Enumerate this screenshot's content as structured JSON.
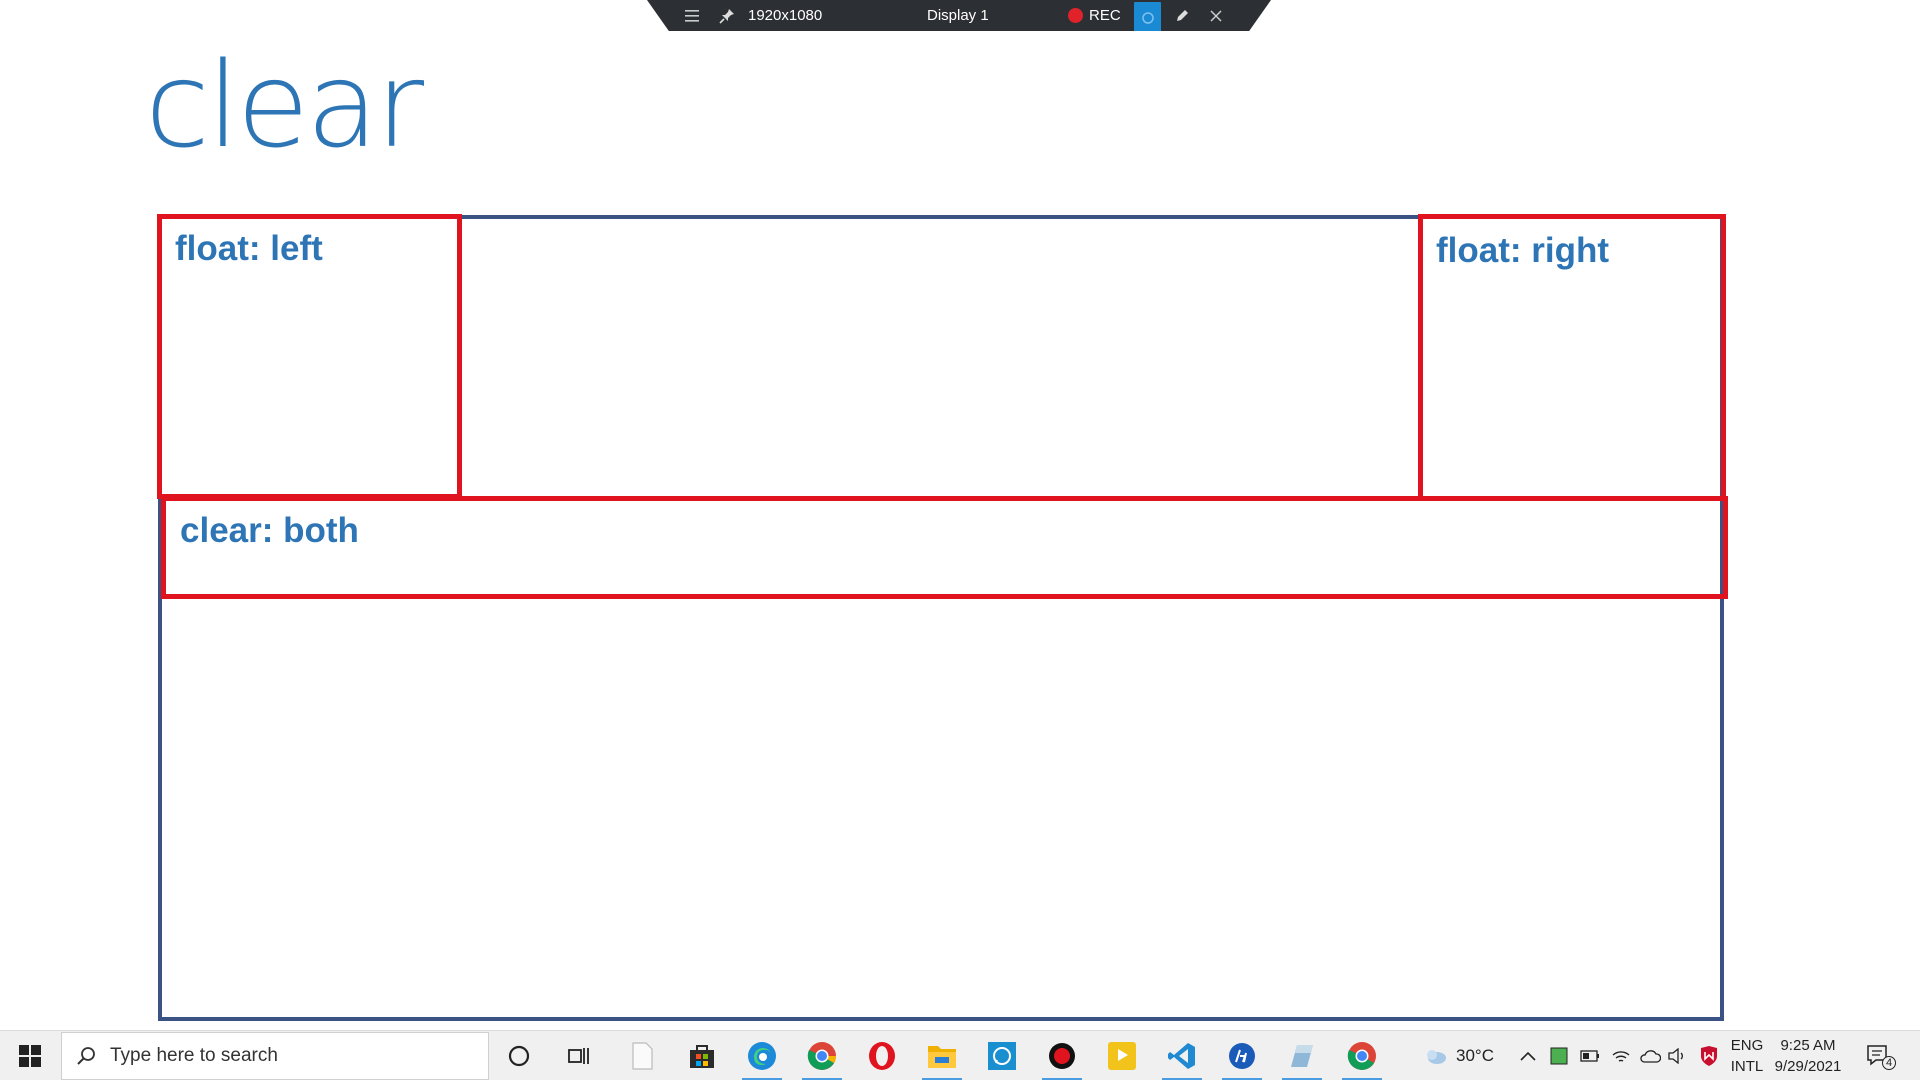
{
  "recorder": {
    "resolution": "1920x1080",
    "display": "Display 1",
    "rec_label": "REC",
    "colors": {
      "bar": "#2c2f33",
      "rec_dot": "#e0232b",
      "active": "#1a8ad4"
    }
  },
  "slide": {
    "title": "clear",
    "boxes": {
      "float_left": "float: left",
      "float_right": "float: right",
      "clear_both": "clear: both"
    },
    "colors": {
      "title": "#2e75b6",
      "container_border": "#3b5384",
      "float_border": "#e0141e"
    }
  },
  "taskbar": {
    "search_placeholder": "Type here to search",
    "apps": [
      "cortana-icon",
      "task-view-icon",
      "file-icon",
      "store-icon",
      "edge-icon",
      "chrome-icon",
      "opera-icon",
      "file-explorer-icon",
      "whatsapp-icon",
      "recorder-icon",
      "player-icon",
      "vscode-icon",
      "hp-icon",
      "app-icon",
      "chrome-icon"
    ],
    "weather": "30°C",
    "lang_top": "ENG",
    "lang_bottom": "INTL",
    "time": "9:25 AM",
    "date": "9/29/2021",
    "notifications": "4"
  }
}
